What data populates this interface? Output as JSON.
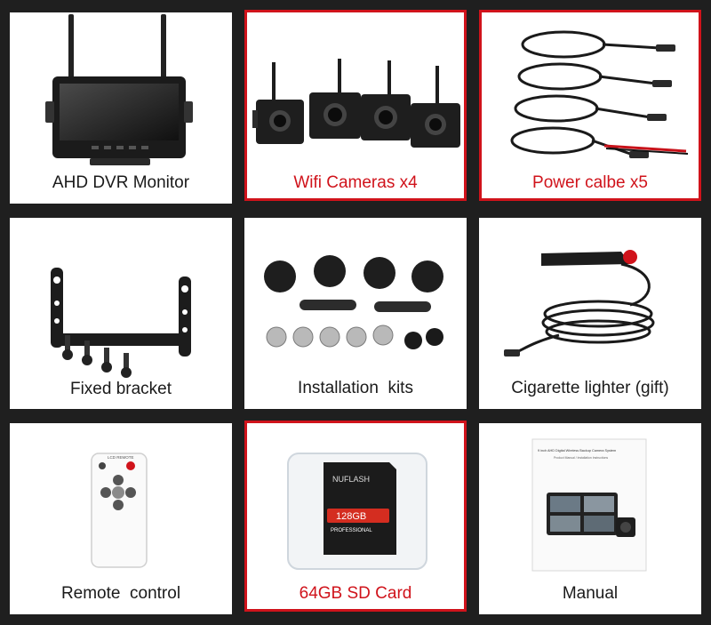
{
  "items": [
    {
      "label": "AHD DVR Monitor",
      "icon": "dvr-monitor-icon"
    },
    {
      "label": "Wifi Cameras x4",
      "icon": "wifi-cameras-icon",
      "highlight_color": "#d0131b"
    },
    {
      "label": "Power calbe x5",
      "icon": "power-cables-icon",
      "highlight_color": "#d0131b"
    },
    {
      "label": "Fixed bracket",
      "icon": "bracket-icon"
    },
    {
      "label": "Installation  kits",
      "icon": "installation-kit-icon"
    },
    {
      "label": "Cigarette lighter (gift)",
      "icon": "cigarette-lighter-icon"
    },
    {
      "label": "Remote  control",
      "icon": "remote-control-icon"
    },
    {
      "label": "64GB SD Card",
      "icon": "sd-card-icon",
      "highlight_color": "#d0131b"
    },
    {
      "label": "Manual",
      "icon": "manual-icon"
    }
  ],
  "sd_card": {
    "brand": "NUFLASH",
    "capacity": "128GB",
    "grade": "PROFESSIONAL"
  },
  "remote": {
    "title": "LCD REMOTE"
  },
  "manual": {
    "title": "9 inch AHD Digital Wireless Backup Camera System",
    "subtitle": "Product Manual / Installation Instructions"
  }
}
